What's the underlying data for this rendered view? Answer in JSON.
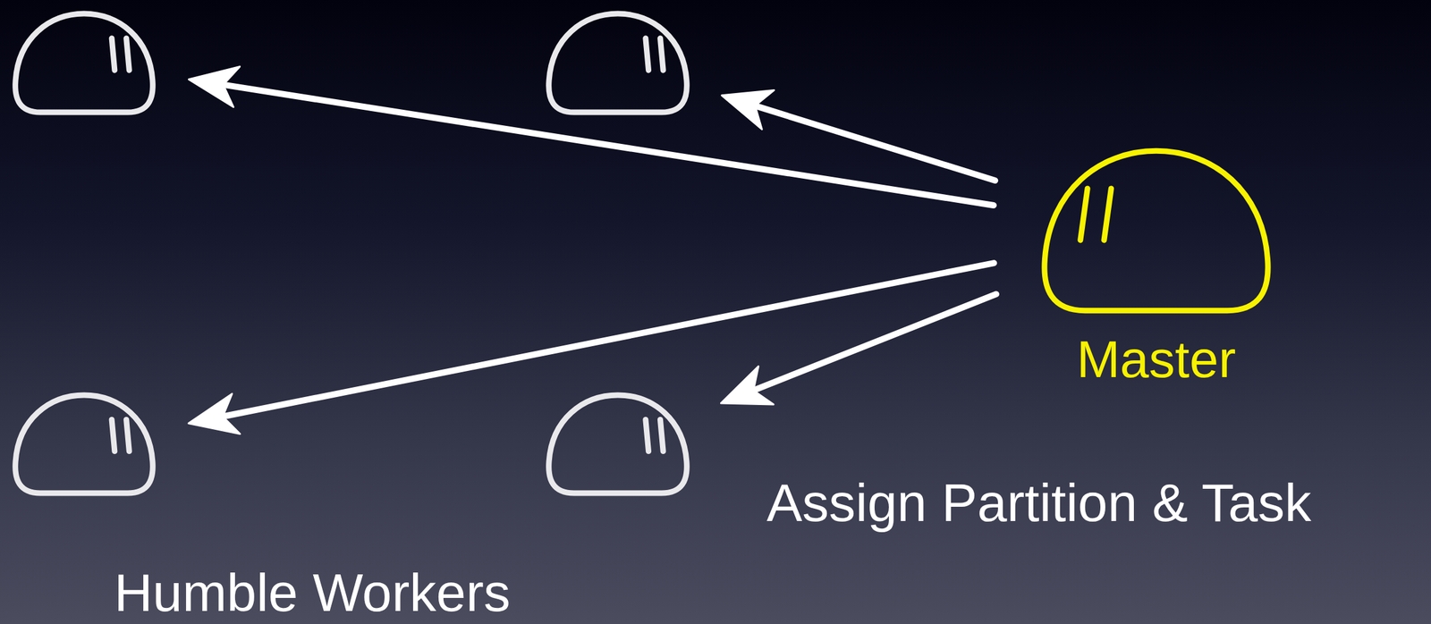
{
  "diagram": {
    "nodes": [
      {
        "text": []
      },
      {
        "text": []
      },
      {
        "text": [
          "Master"
        ]
      },
      {
        "text": []
      },
      {
        "text": []
      }
    ],
    "edges": [
      {
        "from": 2,
        "to": 0,
        "arrow": "to"
      },
      {
        "from": 2,
        "to": 1,
        "arrow": "to"
      },
      {
        "from": 2,
        "to": 3,
        "arrow": "to"
      },
      {
        "from": 2,
        "to": 4,
        "arrow": "to"
      }
    ],
    "labels": [
      "Assign Partition & Task",
      "Humble Workers"
    ]
  }
}
